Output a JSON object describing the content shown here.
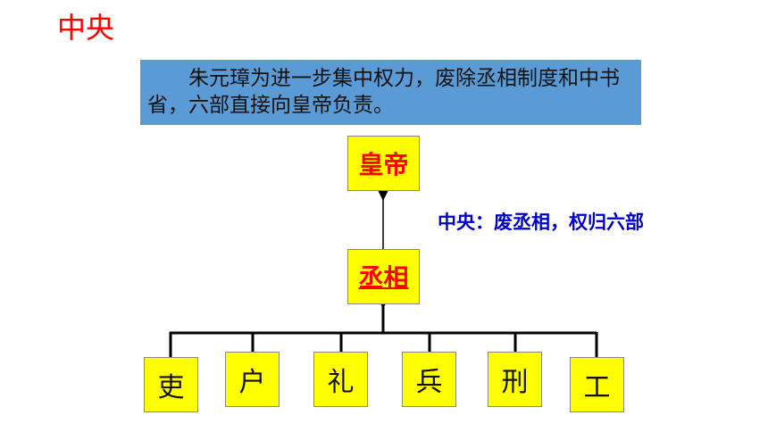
{
  "title": "中央",
  "note": "朱元璋为进一步集中权力，废除丞相制度和中书省，六部直接向皇帝负责。",
  "emperor": "皇帝",
  "chancellor": "丞相",
  "annotation": "中央：废丞相，权归六部",
  "ministries": [
    "吏",
    "户",
    "礼",
    "兵",
    "刑",
    "工"
  ],
  "colors": {
    "title": "#ff0000",
    "note_bg": "#5b9bd5",
    "box_fill": "#ffff00",
    "annotation": "#0000cc"
  }
}
